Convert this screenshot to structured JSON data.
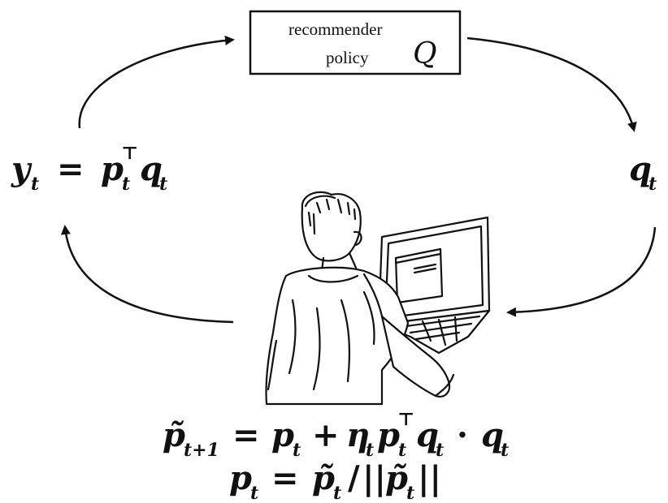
{
  "policy_box": {
    "line1": "recommender",
    "line2": "policy",
    "symbol": "Q"
  },
  "feedback": {
    "base": "y",
    "eq": "=",
    "p": "p",
    "transpose": "⊤",
    "q": "q",
    "sub_t": "t"
  },
  "recommendation": {
    "q": "q",
    "sub_t": "t"
  },
  "update_rule": {
    "line1": {
      "lhs": "p̃",
      "lhs_sub": "t+1",
      "eq": "=",
      "p": "p",
      "plus": "+",
      "eta": "η",
      "transpose": "⊤",
      "dot": "·",
      "q": "q",
      "sub_t": "t"
    },
    "line2": {
      "p": "p",
      "eq": "=",
      "ptilde": "p̃",
      "slash": "/",
      "norm_open": "||",
      "norm_close": "||",
      "sub_t": "t"
    }
  },
  "icons": {
    "user": "person-at-laptop-illustration"
  }
}
